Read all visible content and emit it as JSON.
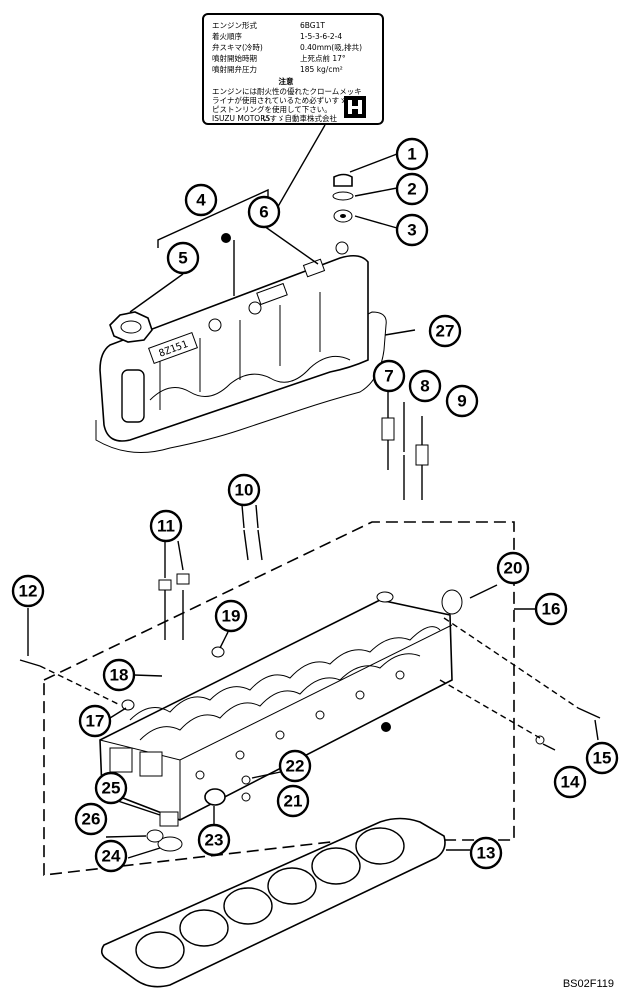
{
  "figure_code": "BS02F119",
  "label_plate": {
    "lines": [
      {
        "left": "エンジン形式",
        "right": "6BG1T"
      },
      {
        "left": "着火順序",
        "right": "1-5-3-6-2-4"
      },
      {
        "left": "弁スキマ(冷時)",
        "right": "0.40mm(吸,排共)"
      },
      {
        "left": "噴射開始時期",
        "right": "上死点前 17°"
      },
      {
        "left": "噴射開弁圧力",
        "right": "185 kg/cm²"
      }
    ],
    "note_title": "注意",
    "note_lines": [
      "エンジンには耐火性の優れたクロームメッキ",
      "ライナが使用されているため必ずいすゞ純正",
      "ピストンリングを使用して下さい。"
    ],
    "maker": "いすゞ自動車株式会社",
    "maker_small": "ISUZU MOTORS"
  },
  "cover_marking": "8Z151",
  "callouts": [
    {
      "num": "1"
    },
    {
      "num": "2"
    },
    {
      "num": "3"
    },
    {
      "num": "4"
    },
    {
      "num": "5"
    },
    {
      "num": "6"
    },
    {
      "num": "7"
    },
    {
      "num": "8"
    },
    {
      "num": "9"
    },
    {
      "num": "10"
    },
    {
      "num": "11"
    },
    {
      "num": "12"
    },
    {
      "num": "13"
    },
    {
      "num": "14"
    },
    {
      "num": "15"
    },
    {
      "num": "16"
    },
    {
      "num": "17"
    },
    {
      "num": "18"
    },
    {
      "num": "19"
    },
    {
      "num": "20"
    },
    {
      "num": "21"
    },
    {
      "num": "22"
    },
    {
      "num": "23"
    },
    {
      "num": "24"
    },
    {
      "num": "25"
    },
    {
      "num": "26"
    },
    {
      "num": "27"
    }
  ]
}
